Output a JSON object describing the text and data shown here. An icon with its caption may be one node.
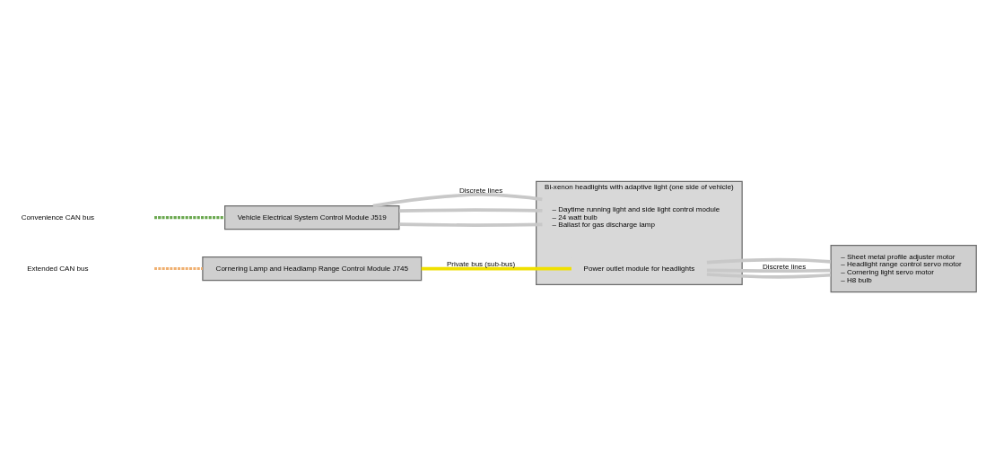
{
  "diagram": {
    "nodes": [
      {
        "text": [
          "Bi-xenon headlights with adaptive light (one side of vehicle)"
        ]
      },
      {
        "text": [
          "– Daytime running light and side light control module",
          "– 24 watt bulb",
          "– Ballast for gas discharge lamp"
        ],
        "in": 0
      },
      {
        "text": [
          "Power outlet module for headlights"
        ],
        "in": 0
      },
      {
        "text": [
          "Vehicle Electrical System Control Module J519"
        ]
      },
      {
        "text": [
          "Cornering Lamp and Headlamp Range Control Module J745"
        ]
      },
      {
        "text": [
          "– Sheet metal profile adjuster motor",
          "– Headlight range control servo motor",
          "– Cornering light servo motor",
          "– H8 bulb"
        ]
      }
    ],
    "edges": [
      {
        "from": null,
        "to": 3,
        "arrow": "none",
        "style": "dashed",
        "color": "#6aa84f"
      },
      {
        "from": null,
        "to": 4,
        "arrow": "none",
        "style": "dashed",
        "color": "#f0b070"
      },
      {
        "from": 3,
        "to": 1,
        "arrow": "none",
        "label": "Discrete lines"
      },
      {
        "from": 3,
        "to": 1,
        "arrow": "none"
      },
      {
        "from": 3,
        "to": 1,
        "arrow": "none"
      },
      {
        "from": 4,
        "to": 2,
        "arrow": "none",
        "label": "Private bus (sub-bus)",
        "color": "#f0e000"
      },
      {
        "from": 2,
        "to": 5,
        "arrow": "none"
      },
      {
        "from": 2,
        "to": 5,
        "arrow": "none",
        "label": "Discrete lines"
      },
      {
        "from": 2,
        "to": 5,
        "arrow": "none"
      }
    ],
    "labels": [
      "Convenience CAN bus",
      "Extended CAN bus"
    ]
  }
}
